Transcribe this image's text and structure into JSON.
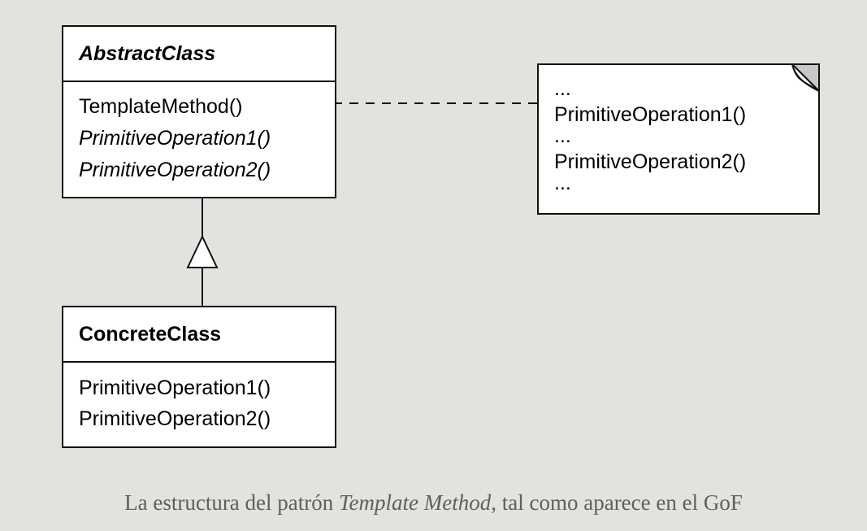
{
  "diagram": {
    "abstract_class": {
      "name": "AbstractClass",
      "operations": [
        {
          "text": "TemplateMethod()",
          "italic": false
        },
        {
          "text": "PrimitiveOperation1()",
          "italic": true
        },
        {
          "text": "PrimitiveOperation2()",
          "italic": true
        }
      ]
    },
    "concrete_class": {
      "name": "ConcreteClass",
      "operations": [
        {
          "text": "PrimitiveOperation1()"
        },
        {
          "text": "PrimitiveOperation2()"
        }
      ]
    },
    "note": {
      "lines": [
        "...",
        "PrimitiveOperation1()",
        "...",
        "PrimitiveOperation2()",
        "..."
      ]
    }
  },
  "caption": {
    "before": "La estructura del patrón ",
    "emphasis": "Template Method",
    "after": ", tal como aparece en el GoF"
  }
}
